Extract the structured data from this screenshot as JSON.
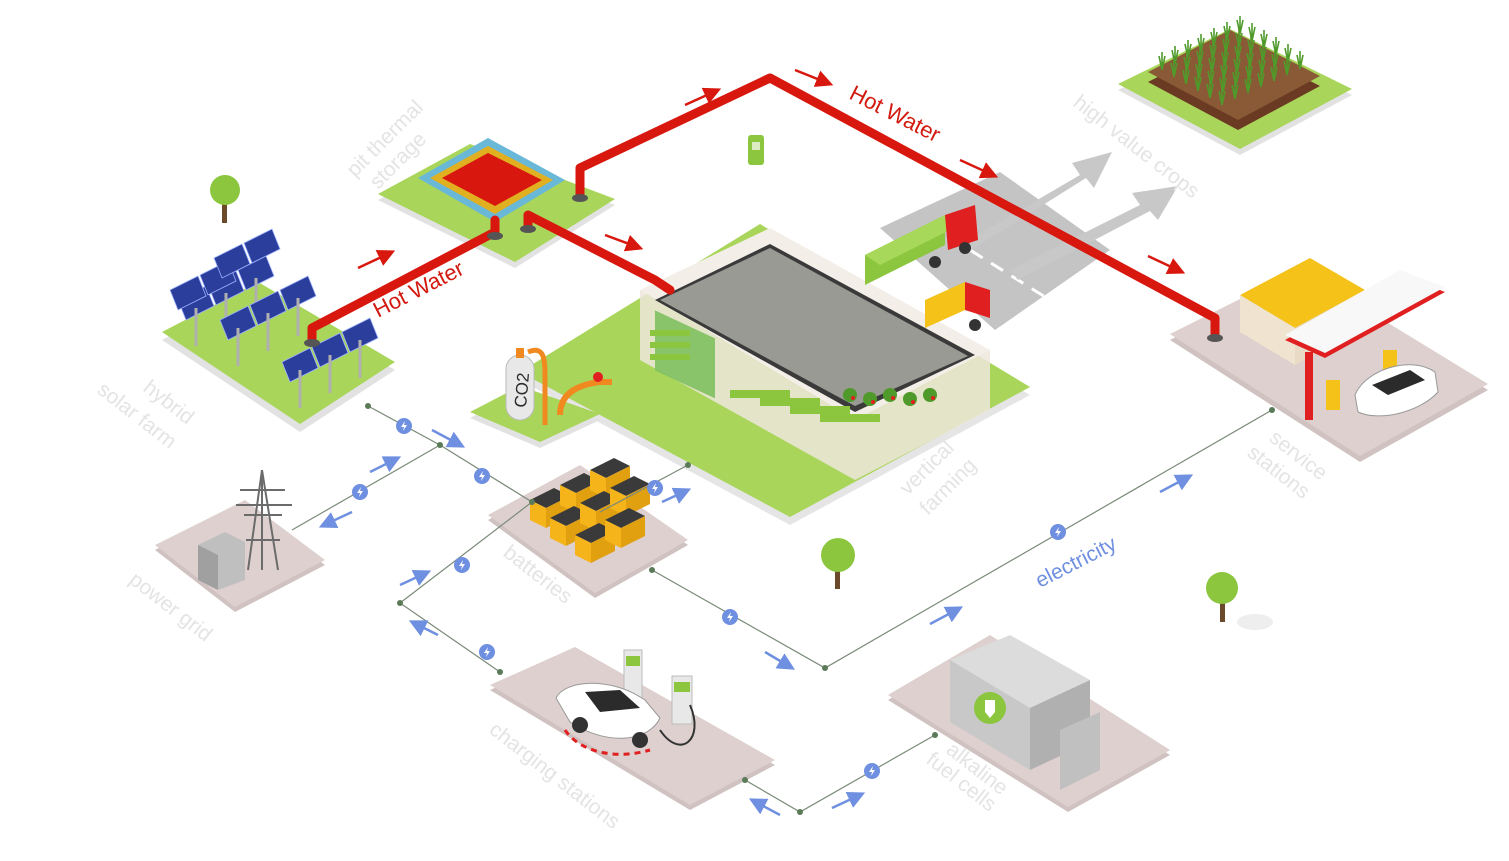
{
  "labels": {
    "pit_thermal_storage": [
      "pit thermal",
      "storage"
    ],
    "high_value_crops": "high value crops",
    "hybrid_solar_farm": [
      "hybrid",
      "solar farm"
    ],
    "power_grid": "power grid",
    "batteries": "batteries",
    "vertical_farming": [
      "vertical",
      "farming"
    ],
    "service_stations": [
      "service",
      "stations"
    ],
    "charging_stations": "charging stations",
    "alkaline_fuel_cells": [
      "alkaline",
      "fuel cells"
    ]
  },
  "flows": {
    "hot_water_1": "Hot Water",
    "hot_water_2": "Hot Water",
    "electricity": "electricity"
  },
  "co2_tank_label": "CO2",
  "colors": {
    "hot_water_pipe": "#d8180f",
    "electricity_line": "#6f8fe0",
    "platform_green": "#a8d55a",
    "platform_grey": "#d8c8c4",
    "label_grey": "#e4e4e4"
  }
}
